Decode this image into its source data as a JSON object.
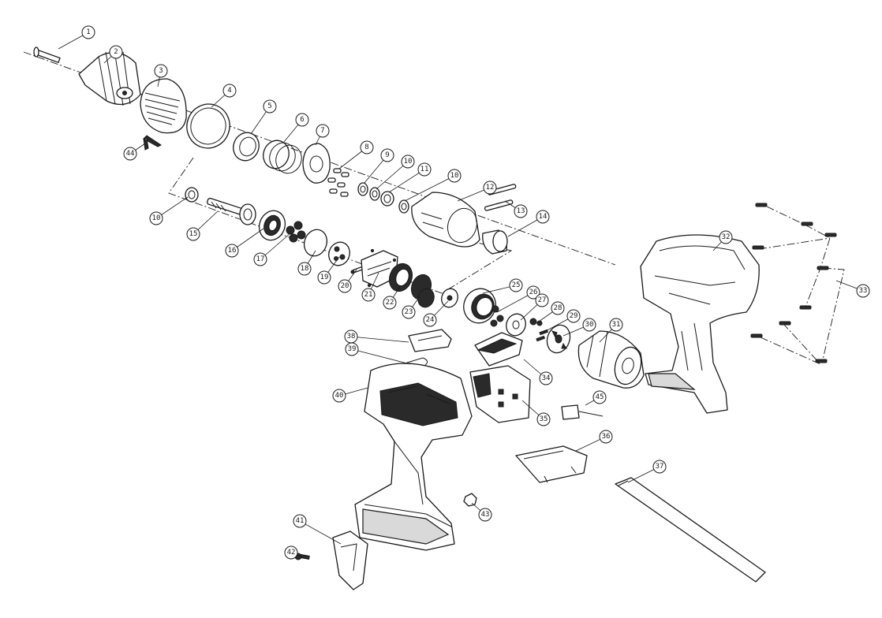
{
  "callouts": [
    {
      "label": "1"
    },
    {
      "label": "2"
    },
    {
      "label": "3"
    },
    {
      "label": "4"
    },
    {
      "label": "5"
    },
    {
      "label": "6"
    },
    {
      "label": "7"
    },
    {
      "label": "8"
    },
    {
      "label": "9"
    },
    {
      "label": "10"
    },
    {
      "label": "11"
    },
    {
      "label": "10"
    },
    {
      "label": "12"
    },
    {
      "label": "13"
    },
    {
      "label": "14"
    },
    {
      "label": "10"
    },
    {
      "label": "15"
    },
    {
      "label": "16"
    },
    {
      "label": "17"
    },
    {
      "label": "18"
    },
    {
      "label": "19"
    },
    {
      "label": "20"
    },
    {
      "label": "21"
    },
    {
      "label": "22"
    },
    {
      "label": "23"
    },
    {
      "label": "24"
    },
    {
      "label": "25"
    },
    {
      "label": "26"
    },
    {
      "label": "27"
    },
    {
      "label": "28"
    },
    {
      "label": "29"
    },
    {
      "label": "30"
    },
    {
      "label": "31"
    },
    {
      "label": "32"
    },
    {
      "label": "33"
    },
    {
      "label": "34"
    },
    {
      "label": "35"
    },
    {
      "label": "36"
    },
    {
      "label": "37"
    },
    {
      "label": "38"
    },
    {
      "label": "39"
    },
    {
      "label": "40"
    },
    {
      "label": "41"
    },
    {
      "label": "42"
    },
    {
      "label": "43"
    },
    {
      "label": "44"
    },
    {
      "label": "45"
    }
  ]
}
